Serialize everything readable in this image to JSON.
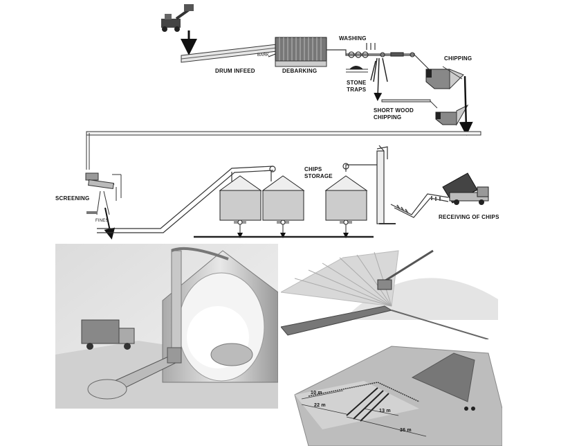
{
  "flow_diagram": {
    "labels": {
      "washing": "WASHING",
      "chipping": "CHIPPING",
      "bark": "BARK",
      "drum_infeed": "DRUM INFEED",
      "debarking": "DEBARKING",
      "stone_traps": "STONE\nTRAPS",
      "short_wood_chipping": "SHORT WOOD\nCHIPPING",
      "chips_storage": "CHIPS\nSTORAGE",
      "screening": "SCREENING",
      "fines": "FINES",
      "receiving_of_chips": "RECEIVING OF CHIPS"
    }
  },
  "pile_diagram": {
    "dimensions": {
      "d10": "10 m",
      "d22": "22 m",
      "d13": "13 m",
      "d36": "36 m"
    }
  }
}
